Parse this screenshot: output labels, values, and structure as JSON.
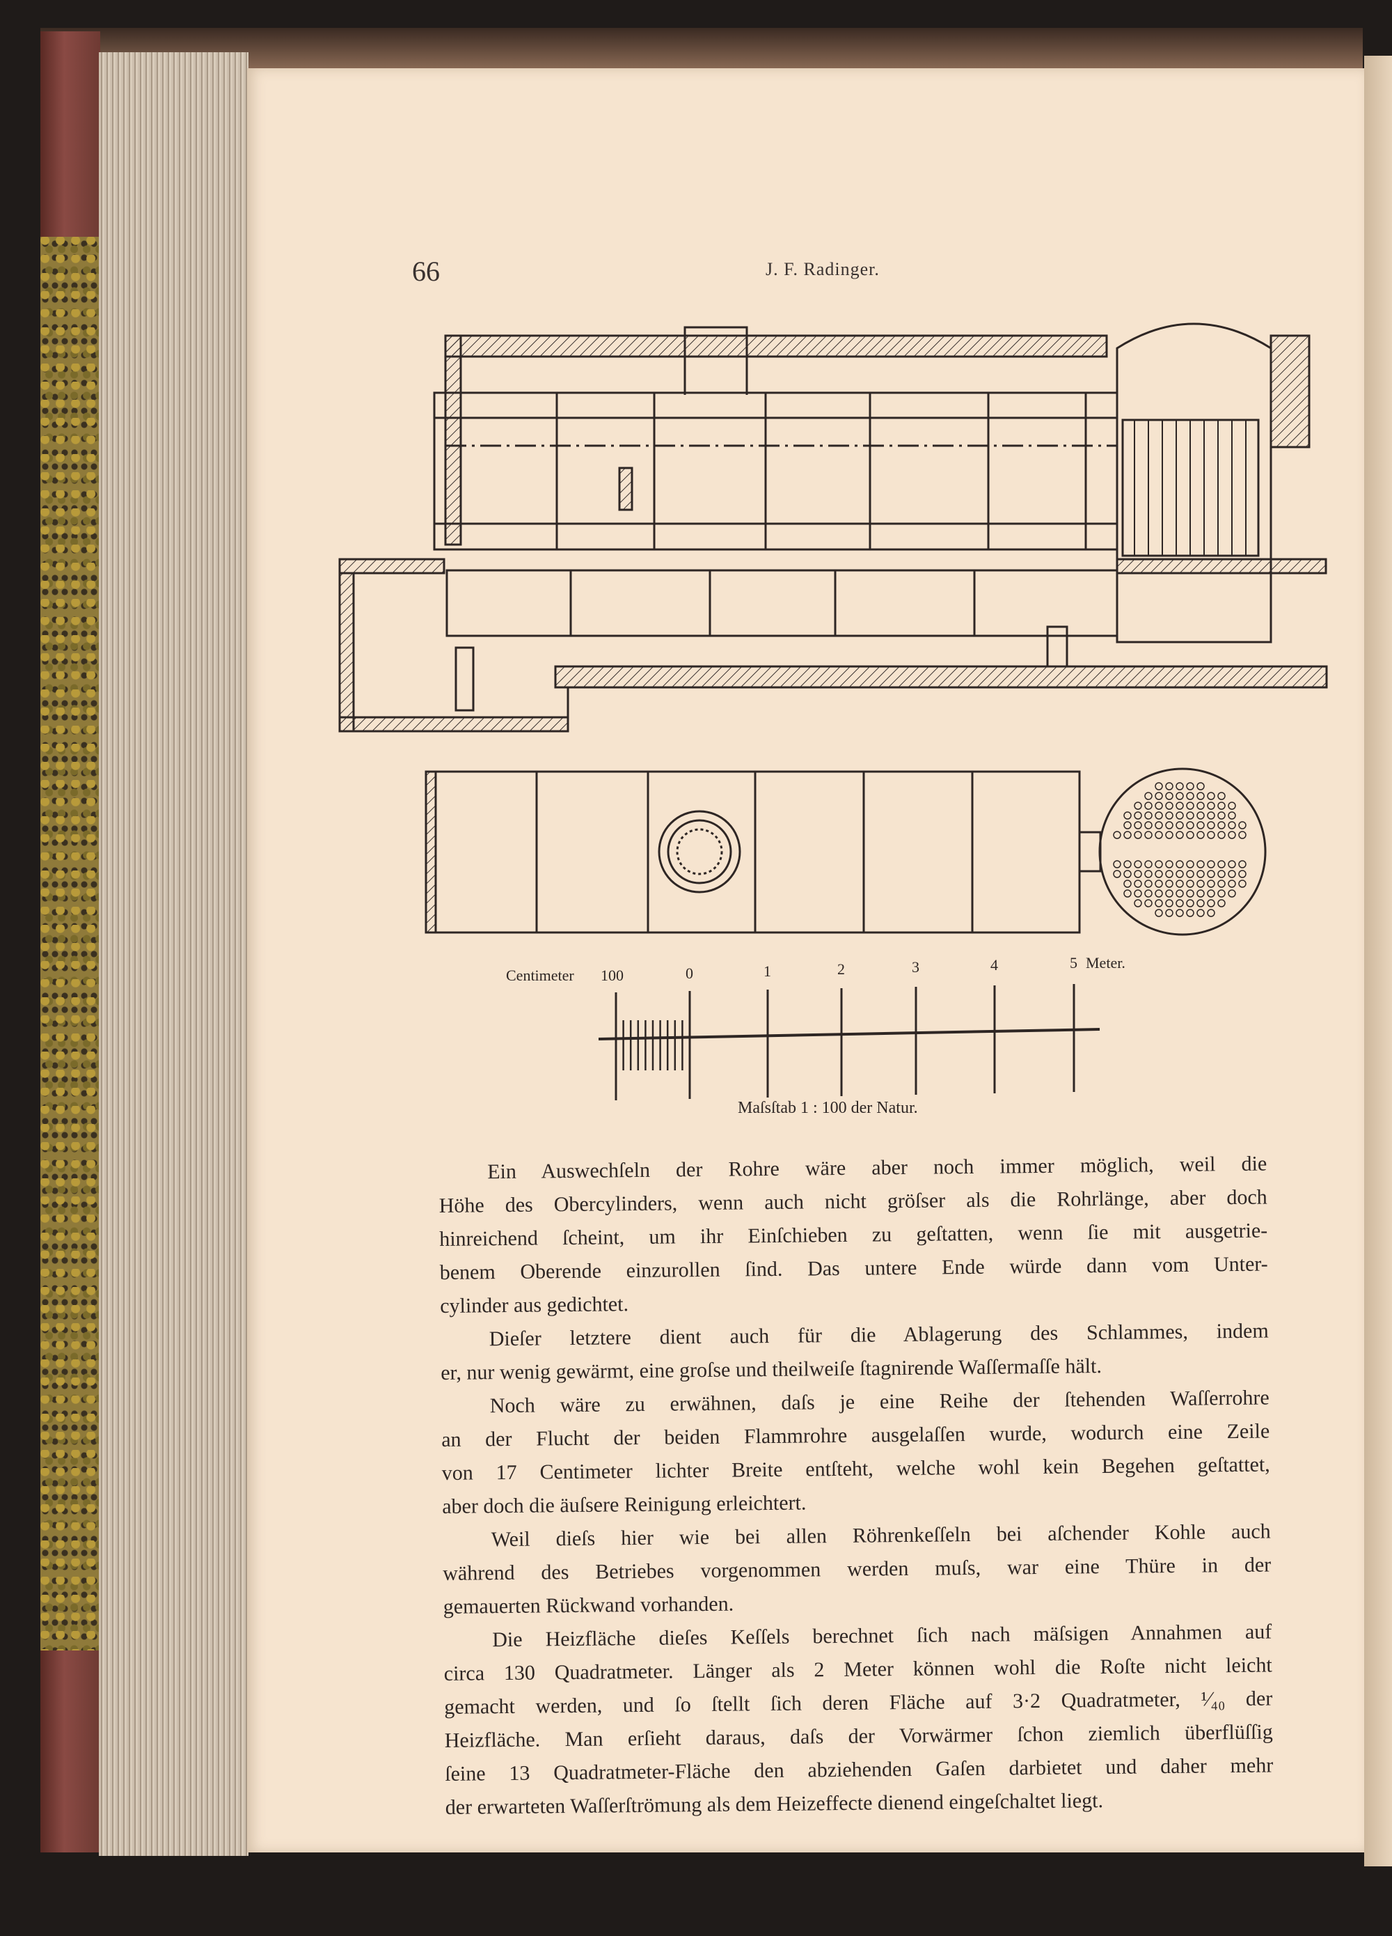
{
  "header": {
    "page_number": "66",
    "author": "J. F. Radinger."
  },
  "figure": {
    "scale_unit_left": "Centimeter",
    "scale_unit_right": "Meter.",
    "scale_ticks": [
      "100",
      "0",
      "1",
      "2",
      "3",
      "4",
      "5"
    ],
    "scale_caption": "Maſsſtab 1 : 100 der Natur."
  },
  "body": {
    "paragraphs": [
      {
        "lines": [
          "Ein Auswechſeln der Rohre wäre aber noch immer möglich, weil die",
          "Höhe des Obercylinders, wenn auch nicht gröſser als die Rohrlänge, aber doch",
          "hinreichend ſcheint, um ihr Einſchieben zu geſtatten, wenn ſie mit ausgetrie-",
          "benem Oberende einzurollen ſind. Das untere Ende würde dann vom Unter-",
          "cylinder aus gedichtet."
        ]
      },
      {
        "lines": [
          "Dieſer letztere dient auch für die Ablagerung des Schlammes, indem",
          "er, nur wenig gewärmt, eine groſse und theilweiſe ſtagnirende Waſſermaſſe hält."
        ]
      },
      {
        "lines": [
          "Noch wäre zu erwähnen, daſs je eine Reihe der ſtehenden Waſſerrohre",
          "an der Flucht der beiden Flammrohre ausgelaſſen wurde, wodurch eine Zeile",
          "von 17 Centimeter lichter Breite entſteht, welche wohl kein Begehen geſtattet,",
          "aber doch die äuſsere Reinigung erleichtert."
        ]
      },
      {
        "lines": [
          "Weil dieſs hier wie bei allen Röhrenkeſſeln bei aſchender Kohle auch",
          "während des Betriebes vorgenommen werden muſs, war eine Thüre in der",
          "gemauerten Rückwand vorhanden."
        ]
      },
      {
        "lines": [
          "Die Heizfläche dieſes Keſſels berechnet ſich nach mäſsigen Annahmen auf",
          "circa 130 Quadratmeter. Länger als 2 Meter können wohl die Roſte nicht leicht",
          "gemacht werden, und ſo ſtellt ſich deren Fläche auf 3·2 Quadratmeter, ¹⁄₄₀ der",
          "Heizfläche. Man erſieht daraus, daſs der Vorwärmer ſchon ziemlich überflüſſig",
          "ſeine 13 Quadratmeter-Fläche den abziehenden Gaſen darbietet und daher mehr",
          "der erwarteten Waſſerſtrömung als dem Heizeffecte dienend eingeſchaltet liegt."
        ]
      }
    ]
  }
}
